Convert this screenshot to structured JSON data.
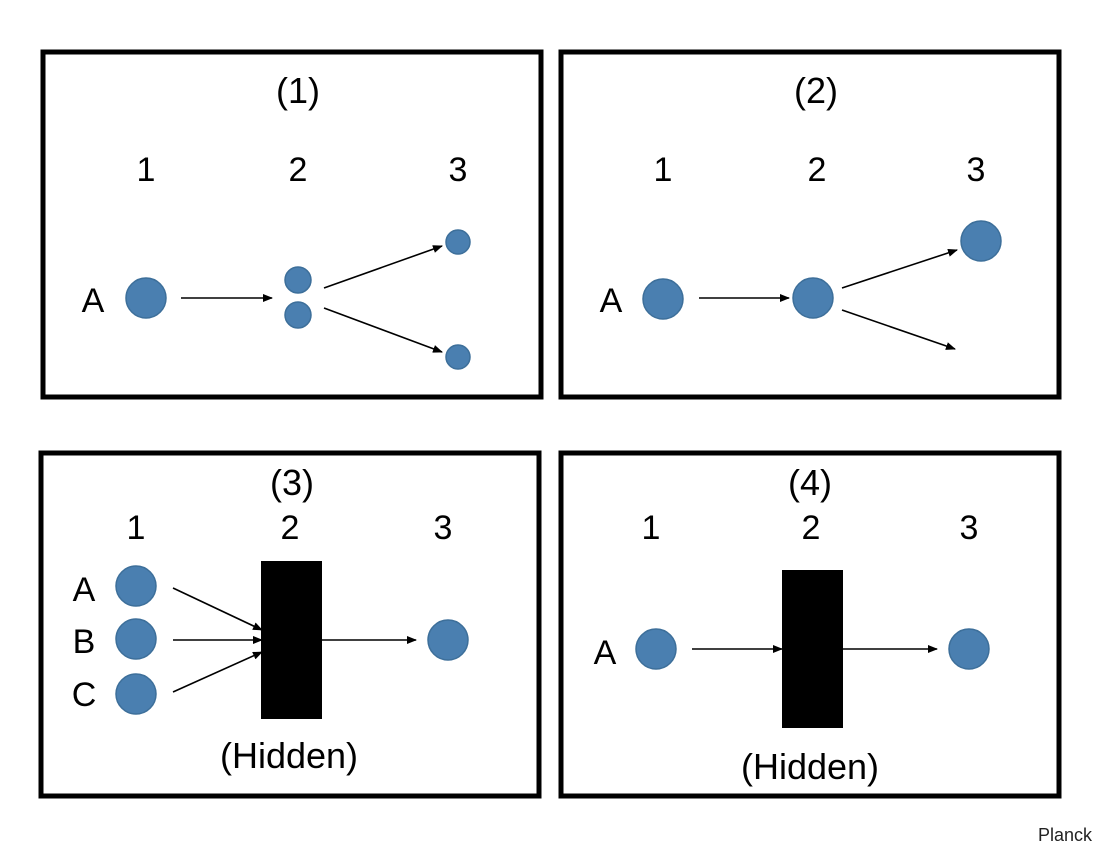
{
  "colors": {
    "node": "#4a7fb0",
    "frame": "#000000",
    "box": "#000000"
  },
  "panels": [
    {
      "title": "(1)",
      "columns": [
        "1",
        "2",
        "3"
      ],
      "rows": [
        "A"
      ]
    },
    {
      "title": "(2)",
      "columns": [
        "1",
        "2",
        "3"
      ],
      "rows": [
        "A"
      ]
    },
    {
      "title": "(3)",
      "columns": [
        "1",
        "2",
        "3"
      ],
      "rows": [
        "A",
        "B",
        "C"
      ],
      "hidden_label": "(Hidden)"
    },
    {
      "title": "(4)",
      "columns": [
        "1",
        "2",
        "3"
      ],
      "rows": [
        "A"
      ],
      "hidden_label": "(Hidden)"
    }
  ],
  "credit": "Planck"
}
